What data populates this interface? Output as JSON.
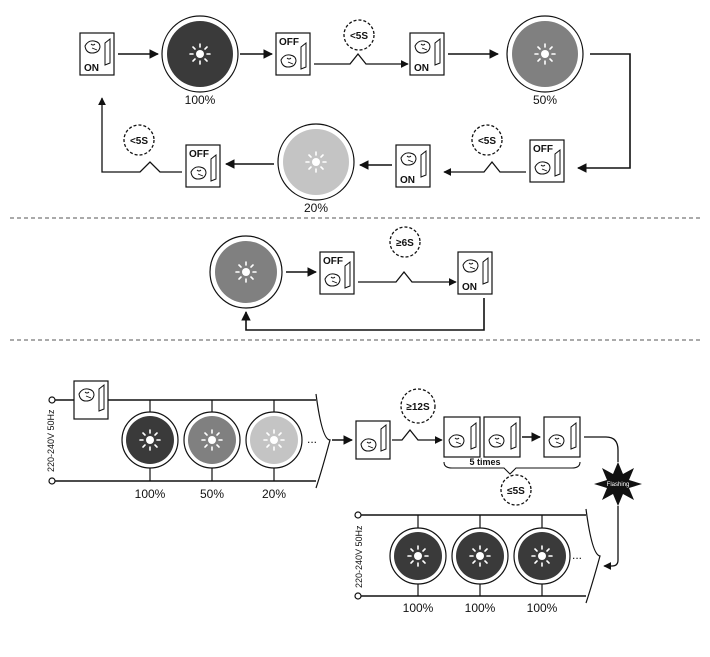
{
  "labels": {
    "on": "ON",
    "off": "OFF",
    "lt5s": "<5S",
    "ge6s": "≥6S",
    "ge12s": "≥12S",
    "le5s": "≤5S",
    "pct100": "100%",
    "pct50": "50%",
    "pct20": "20%",
    "five_times": "5 times",
    "voltage": "220-240V 50Hz",
    "flashing": "Flashing",
    "ellipsis": "..."
  },
  "colors": {
    "lamp_100": "#3a3a3a",
    "lamp_50": "#808080",
    "lamp_20": "#c4c4c4",
    "stroke": "#111111",
    "divider": "#555555"
  }
}
